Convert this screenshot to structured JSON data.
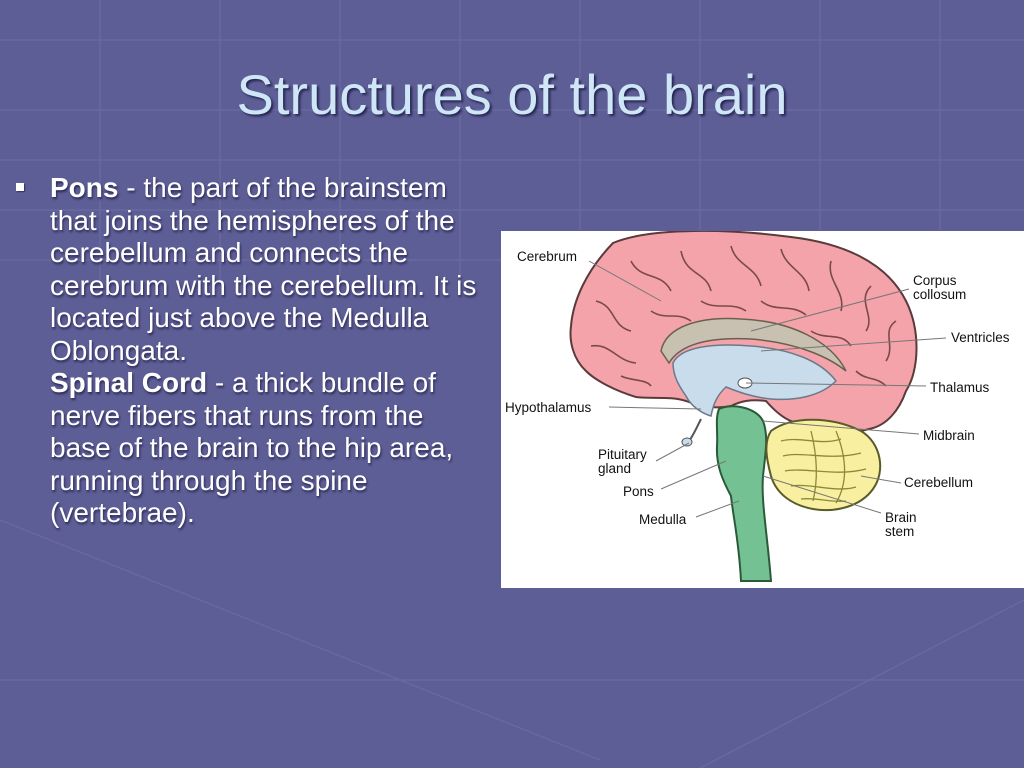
{
  "slide": {
    "title": "Structures of the brain",
    "colors": {
      "background": "#5e5e96",
      "title": "#cfe6f6",
      "text": "#ffffff"
    }
  },
  "content": {
    "paragraph1": {
      "term": "Pons",
      "text": " - the part of the brainstem that joins the hemispheres of the cerebellum and connects the cerebrum with the cerebellum. It is located just above the Medulla Oblongata."
    },
    "paragraph2": {
      "term": "Spinal Cord",
      "text": " - a thick bundle of nerve fibers that runs from the base of the brain to the hip area, running through the spine (vertebrae)."
    }
  },
  "diagram": {
    "labels": {
      "cerebrum": "Cerebrum",
      "corpus_line1": "Corpus",
      "corpus_line2": "collosum",
      "ventricles": "Ventricles",
      "thalamus": "Thalamus",
      "hypothalamus": "Hypothalamus",
      "midbrain": "Midbrain",
      "pituitary_line1": "Pituitary",
      "pituitary_line2": "gland",
      "cerebellum": "Cerebellum",
      "pons": "Pons",
      "medulla": "Medulla",
      "brainstem_line1": "Brain",
      "brainstem_line2": "stem"
    },
    "colors": {
      "cerebrum": "#f4a3ab",
      "cerebellum": "#f8f0a0",
      "brainstem": "#74c294",
      "ventricles": "#c8dcec",
      "corpus": "#c8c0b0"
    }
  }
}
